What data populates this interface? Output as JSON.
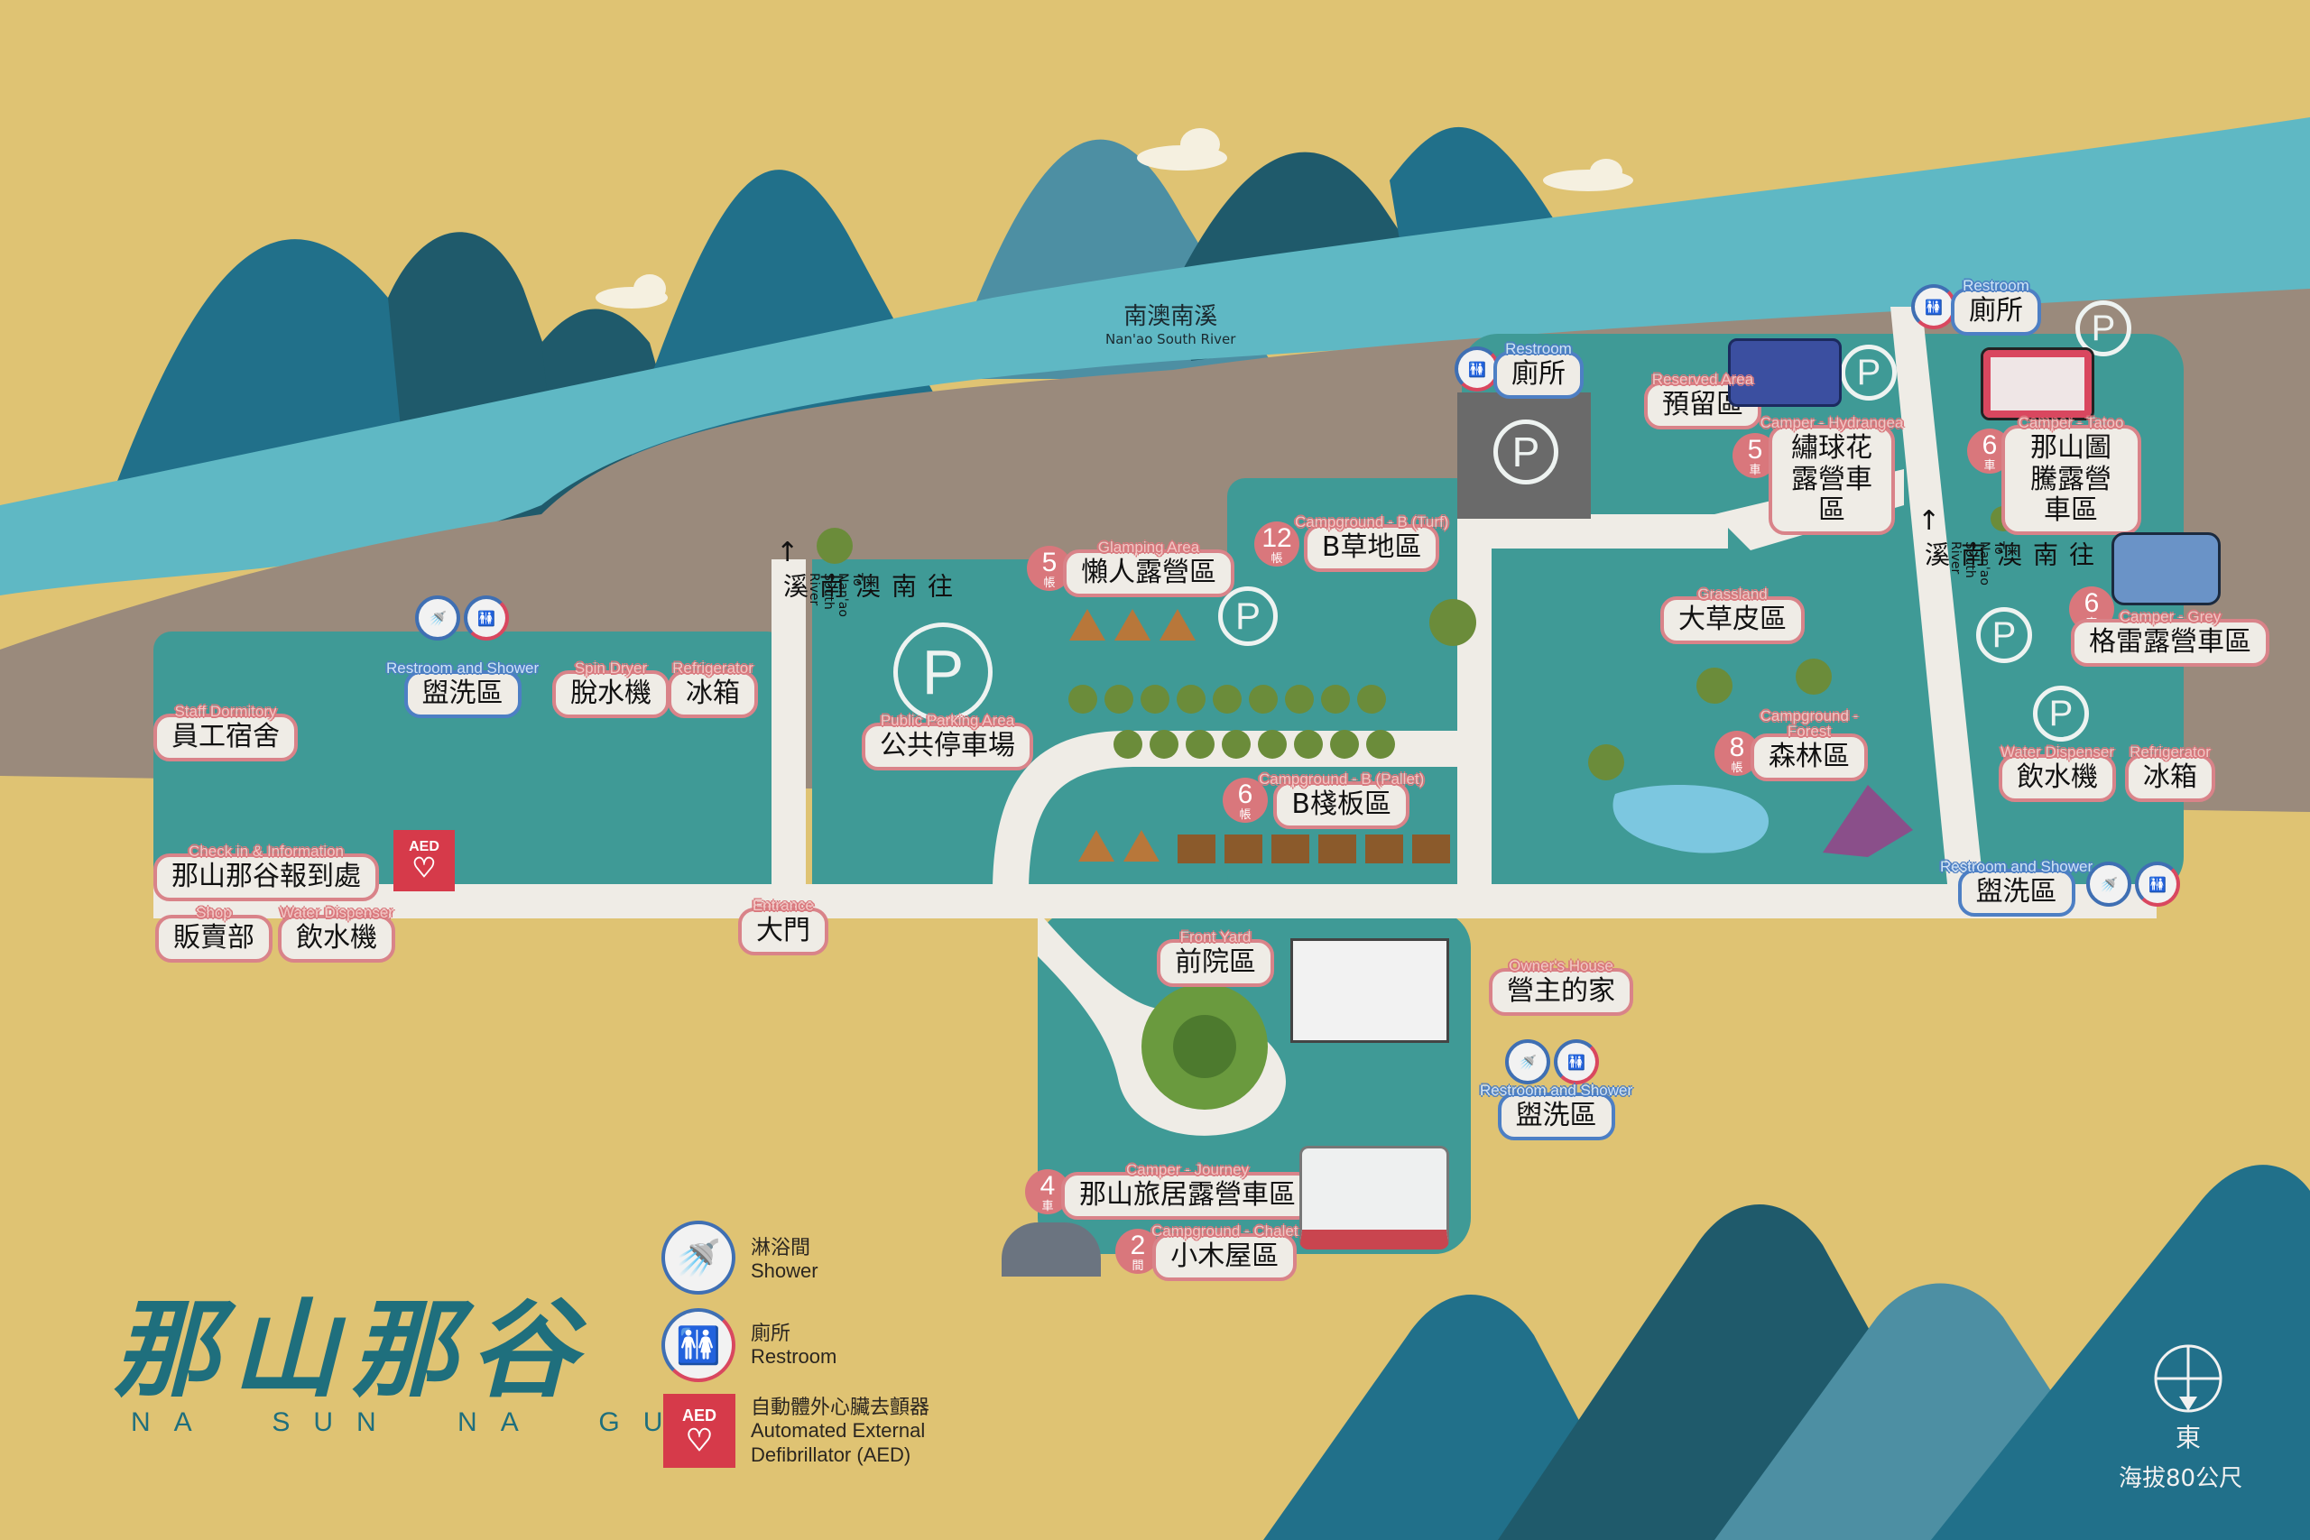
{
  "map": {
    "title_calligraphy": "那山那谷",
    "title_romanized": "NA SUN NA GU",
    "colors": {
      "background": "#dfc373",
      "mountain_dark": "#1f5a6b",
      "mountain_mid": "#21708a",
      "mountain_light": "#4d8fa3",
      "river": "#5fb8c4",
      "riverbank": "#9a8a7c",
      "campsite": "#3f9a96",
      "road": "#efece6",
      "label_border": "#d98389",
      "label_border_blue": "#4d7fc4",
      "badge": "#d9777c",
      "aed_red": "#d63a4a"
    },
    "river": {
      "zh": "南澳南溪",
      "en": "Nan'ao South River"
    },
    "road_signs": [
      {
        "zh": "往南澳南溪",
        "en": "To Nan'ao South River",
        "icon": "arrow-up-icon"
      },
      {
        "zh": "往南澳南溪",
        "en": "To Nan'ao South River",
        "icon": "arrow-up-icon"
      }
    ],
    "places": {
      "staff_dormitory": {
        "zh": "員工宿舍",
        "en": "Staff Dormitory"
      },
      "restroom_shower_west": {
        "zh": "盥洗區",
        "en": "Restroom and Shower"
      },
      "spin_dryer": {
        "zh": "脫水機",
        "en": "Spin Dryer"
      },
      "refrigerator_west": {
        "zh": "冰箱",
        "en": "Refrigerator"
      },
      "check_in": {
        "zh": "那山那谷報到處",
        "en": "Check in & Information"
      },
      "shop": {
        "zh": "販賣部",
        "en": "Shop"
      },
      "water_dispenser_west": {
        "zh": "飲水機",
        "en": "Water Dispenser"
      },
      "entrance": {
        "zh": "大門",
        "en": "Entrance"
      },
      "public_parking": {
        "zh": "公共停車場",
        "en": "Public Parking Area"
      },
      "glamping": {
        "zh": "懶人露營區",
        "en": "Glamping Area",
        "count": "5",
        "unit": "帳"
      },
      "campground_b_turf": {
        "zh": "B草地區",
        "en": "Campground - B (Turf)",
        "count": "12",
        "unit": "帳"
      },
      "campground_b_pallet": {
        "zh": "B棧板區",
        "en": "Campground - B (Pallet)",
        "count": "6",
        "unit": "帳"
      },
      "restroom_north": {
        "zh": "廁所",
        "en": "Restroom"
      },
      "reserved_area": {
        "zh": "預留區",
        "en": "Reserved Area"
      },
      "camper_hydrangea": {
        "zh": "繡球花露營車區",
        "en": "Camper - Hydrangea",
        "count": "5",
        "unit": "車"
      },
      "restroom_northeast": {
        "zh": "廁所",
        "en": "Restroom"
      },
      "camper_tatoo": {
        "zh": "那山圖騰露營車區",
        "en": "Camper - Tatoo",
        "count": "6",
        "unit": "車"
      },
      "grassland": {
        "zh": "大草皮區",
        "en": "Grassland"
      },
      "campground_forest": {
        "zh": "森林區",
        "en": "Campground - Forest",
        "count": "8",
        "unit": "帳"
      },
      "camper_grey": {
        "zh": "格雷露營車區",
        "en": "Camper - Grey",
        "count": "6",
        "unit": "車"
      },
      "water_dispenser_east": {
        "zh": "飲水機",
        "en": "Water Dispenser"
      },
      "refrigerator_east": {
        "zh": "冰箱",
        "en": "Refrigerator"
      },
      "restroom_shower_east": {
        "zh": "盥洗區",
        "en": "Restroom and Shower"
      },
      "front_yard": {
        "zh": "前院區",
        "en": "Front Yard"
      },
      "owners_house": {
        "zh": "營主的家",
        "en": "Owner's House"
      },
      "restroom_shower_south": {
        "zh": "盥洗區",
        "en": "Restroom and Shower"
      },
      "camper_journey": {
        "zh": "那山旅居露營車區",
        "en": "Camper - Journey",
        "count": "4",
        "unit": "車"
      },
      "campground_chalet": {
        "zh": "小木屋區",
        "en": "Campground - Chalet",
        "count": "2",
        "unit": "間"
      }
    },
    "parking_symbol": "P",
    "aed_label": "AED",
    "legend": [
      {
        "icon": "shower-icon",
        "zh": "淋浴間",
        "en": "Shower"
      },
      {
        "icon": "restroom-icon",
        "zh": "廁所",
        "en": "Restroom"
      },
      {
        "icon": "aed-icon",
        "zh": "自動體外心臟去顫器",
        "en": "Automated External Defibrillator (AED)"
      }
    ],
    "compass": {
      "direction": "東",
      "altitude": "海拔80公尺"
    }
  }
}
